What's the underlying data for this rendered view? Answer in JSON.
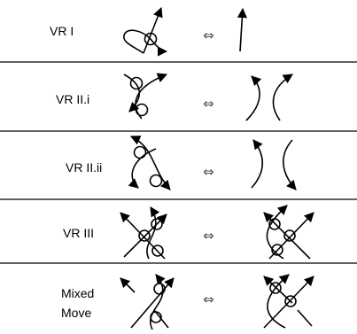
{
  "moves": [
    {
      "label_lines": [
        "VR I"
      ],
      "equiv_symbol": "⇔"
    },
    {
      "label_lines": [
        "VR II.i"
      ],
      "equiv_symbol": "⇔"
    },
    {
      "label_lines": [
        "VR II.ii"
      ],
      "equiv_symbol": "⇔"
    },
    {
      "label_lines": [
        "VR III"
      ],
      "equiv_symbol": "⇔"
    },
    {
      "label_lines": [
        "Mixed",
        "Move"
      ],
      "equiv_symbol": "⇔"
    }
  ],
  "colors": {
    "stroke": "#000000",
    "divider": "#000000",
    "background": "#ffffff"
  }
}
